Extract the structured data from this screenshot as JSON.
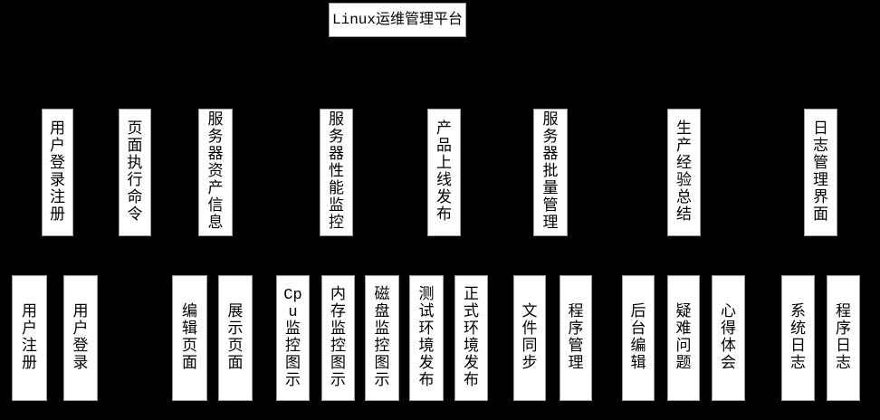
{
  "diagram": {
    "title": "Linux运维管理平台",
    "colors": {
      "background": "#000000",
      "node_fill": "#ffffff",
      "node_border": "#9b9b9b",
      "node_text": "#000000"
    }
  },
  "root": {
    "label": "Linux运维管理平台"
  },
  "branches": [
    {
      "label": "用户登录注册",
      "text": "用\n户\n登\n录\n注\n册"
    },
    {
      "label": "页面执行命令",
      "text": "页\n面\n执\n行\n命\n令"
    },
    {
      "label": "服务器资产信息",
      "text": "服\n务\n器\n资\n产\n信\n息"
    },
    {
      "label": "服务器性能监控",
      "text": "服\n务\n器\n性\n能\n监\n控"
    },
    {
      "label": "产品上线发布",
      "text": "产\n品\n上\n线\n发\n布"
    },
    {
      "label": "服务器批量管理",
      "text": "服\n务\n器\n批\n量\n管\n理"
    },
    {
      "label": "生产经验总结",
      "text": "生\n产\n经\n验\n总\n结"
    },
    {
      "label": "日志管理界面",
      "text": "日\n志\n管\n理\n界\n面"
    }
  ],
  "leaves": [
    {
      "label": "用户注册",
      "text": "用\n户\n注\n册"
    },
    {
      "label": "用户登录",
      "text": "用\n户\n登\n录"
    },
    {
      "label": "编辑页面",
      "text": "编\n辑\n页\n面"
    },
    {
      "label": "展示页面",
      "text": "展\n示\n页\n面"
    },
    {
      "label": "Cpu监控图示",
      "text": "Cp\nu\n监\n控\n图\n示"
    },
    {
      "label": "内存监控图示",
      "text": "内\n存\n监\n控\n图\n示"
    },
    {
      "label": "磁盘监控图示",
      "text": "磁\n盘\n监\n控\n图\n示"
    },
    {
      "label": "测试环境发布",
      "text": "测\n试\n环\n境\n发\n布"
    },
    {
      "label": "正式环境发布",
      "text": "正\n式\n环\n境\n发\n布"
    },
    {
      "label": "文件同步",
      "text": "文\n件\n同\n步"
    },
    {
      "label": "程序管理",
      "text": "程\n序\n管\n理"
    },
    {
      "label": "后台编辑",
      "text": "后\n台\n编\n辑"
    },
    {
      "label": "疑难问题",
      "text": "疑\n难\n问\n题"
    },
    {
      "label": "心得体会",
      "text": "心\n得\n体\n会"
    },
    {
      "label": "系统日志",
      "text": "系\n统\n日\n志"
    },
    {
      "label": "程序日志",
      "text": "程\n序\n日\n志"
    }
  ]
}
